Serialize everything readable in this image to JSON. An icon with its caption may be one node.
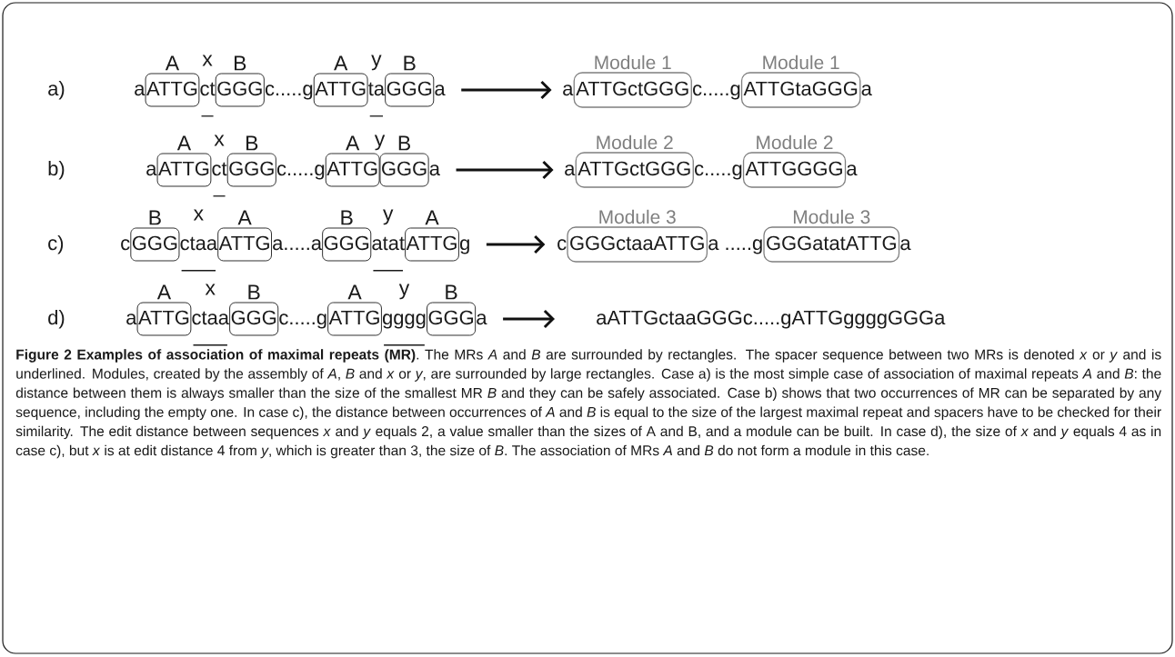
{
  "diagram": {
    "caption": "**Figure 2 Examples of association of maximal repeats (MR)**. The MRs *A* and *B* are surrounded by rectangles. The spacer sequence between two MRs is denoted *x* or *y* and is underlined. Modules, created by the assembly of *A*, *B* and *x* or *y*, are surrounded by large rectangles. Case a) is the most simple case of association of maximal repeats *A* and *B*: the distance between them is always smaller than the size of the smallest MR *B* and they can be safely associated. Case b) shows that two occurrences of MR can be separated by any sequence, including the empty one. In case c), the distance between occurrences of *A* and *B* is equal to the size of the largest maximal repeat and spacers have to be checked for their similarity. The edit distance between sequences *x* and *y* equals 2, a value smaller than the sizes of A and B, and a module can be built. In case d), the size of *x* and *y* equals 4 as in case c), but *x* is at edit distance 4 from *y*, which is greater than 3, the size of *B*. The association of MRs *A* and *B* do not form a module in this case.",
    "nodes": [
      {
        "text": [
          "ATTG"
        ],
        "beside": [
          "A"
        ]
      },
      {
        "text": [
          "GGG"
        ],
        "beside": [
          "B"
        ]
      },
      {
        "text": [
          "ATTG"
        ],
        "beside": [
          "A"
        ]
      },
      {
        "text": [
          "GGG"
        ],
        "beside": [
          "B"
        ]
      },
      {
        "text": [
          "ATTGctGGG"
        ],
        "beside": [
          "Module 1"
        ]
      },
      {
        "text": [
          "ATTGtaGGG"
        ],
        "beside": [
          "Module 1"
        ]
      },
      {
        "text": [
          "ATTG"
        ],
        "beside": [
          "A"
        ]
      },
      {
        "text": [
          "GGG"
        ],
        "beside": [
          "B"
        ]
      },
      {
        "text": [
          "ATTG"
        ],
        "beside": [
          "A"
        ]
      },
      {
        "text": [
          "GGG"
        ],
        "beside": [
          "B"
        ]
      },
      {
        "text": [
          "ATTGctGGG"
        ],
        "beside": [
          "Module 2"
        ]
      },
      {
        "text": [
          "ATTGGGG"
        ],
        "beside": [
          "Module 2"
        ]
      },
      {
        "text": [
          "GGG"
        ],
        "beside": [
          "B"
        ]
      },
      {
        "text": [
          "ATTG"
        ],
        "beside": [
          "A"
        ]
      },
      {
        "text": [
          "GGG"
        ],
        "beside": [
          "B"
        ]
      },
      {
        "text": [
          "ATTG"
        ],
        "beside": [
          "A"
        ]
      },
      {
        "text": [
          "GGGctaaATTG"
        ],
        "beside": [
          "Module 3"
        ]
      },
      {
        "text": [
          "GGGatatATTG"
        ],
        "beside": [
          "Module 3"
        ]
      },
      {
        "text": [
          "ATTG"
        ],
        "beside": [
          "A"
        ]
      },
      {
        "text": [
          "GGG"
        ],
        "beside": [
          "B"
        ]
      },
      {
        "text": [
          "ATTG"
        ],
        "beside": [
          "A"
        ]
      },
      {
        "text": [
          "GGG"
        ],
        "beside": [
          "B"
        ]
      },
      {
        "text": [
          "aATTGctaaGGGc.....gATTGggggGGGa"
        ]
      }
    ],
    "edges": [
      {
        "from": 3,
        "to": 4,
        "arrow": "to"
      },
      {
        "from": 9,
        "to": 10,
        "arrow": "to"
      },
      {
        "from": 15,
        "to": 16,
        "arrow": "to"
      },
      {
        "from": 21,
        "to": 22,
        "arrow": "to"
      }
    ],
    "labels": [
      "a)",
      "x",
      "y",
      "a",
      "ct",
      "c.....g",
      "ta",
      "a",
      "a",
      "c.....g",
      "a",
      "b)",
      "x",
      "y",
      "a",
      "ct",
      "c.....g",
      "a",
      "a",
      "c.....g",
      "a",
      "c)",
      "x",
      "y",
      "c",
      "ctaa",
      "a.....a",
      "atat",
      "g",
      "c",
      "a .....g",
      "a",
      "d)",
      "x",
      "y",
      "a",
      "ctaa",
      "c.....g",
      "gggg",
      "a"
    ]
  }
}
